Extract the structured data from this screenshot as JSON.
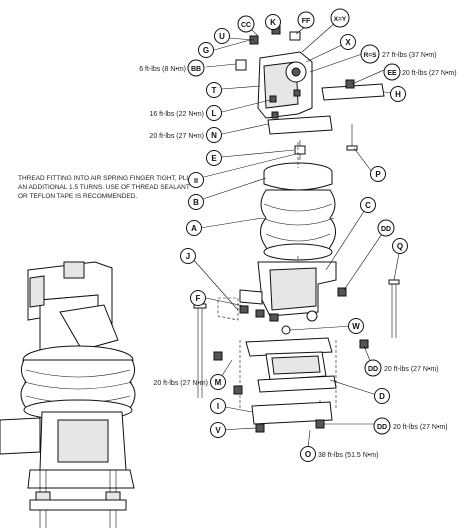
{
  "note": {
    "lines": [
      "THREAD FITTING INTO AIR SPRING FINGER TIGHT, PLUS",
      "AN ADDITIONAL 1.5 TURNS. USE OF THREAD SEALANT",
      "OR TEFLON TAPE IS RECOMMENDED."
    ]
  },
  "callouts": {
    "G": "G",
    "U": "U",
    "CC": "CC",
    "K": "K",
    "FF": "FF",
    "XY": "X=Y",
    "X": "X",
    "RS": "R=S",
    "EE": "EE",
    "BB": "BB",
    "T": "T",
    "H": "H",
    "L": "L",
    "N": "N",
    "E": "E",
    "P": "P",
    "II": "II",
    "B": "B",
    "C": "C",
    "A": "A",
    "DD_top": "DD",
    "Q": "Q",
    "J": "J",
    "F": "F",
    "W": "W",
    "DD_mid": "DD",
    "M": "M",
    "D": "D",
    "I": "I",
    "V": "V",
    "DD_bot": "DD",
    "O": "O"
  },
  "torque_specs": {
    "rs": "27 ft-lbs (37 N•m)",
    "ee": "20 ft-lbs (27 N•m)",
    "bb": "6 ft-lbs (8 N•m)",
    "l": "16 ft-lbs (22 N•m)",
    "n": "20 ft-lbs (27 N•m)",
    "dd_mid": "20 ft-lbs (27 N•m)",
    "m": "20 ft-lbs (27 N•m)",
    "dd_bot": "20 ft-lbs (27 N•m)",
    "o": "38 ft-lbs (51.5 N•m)"
  }
}
